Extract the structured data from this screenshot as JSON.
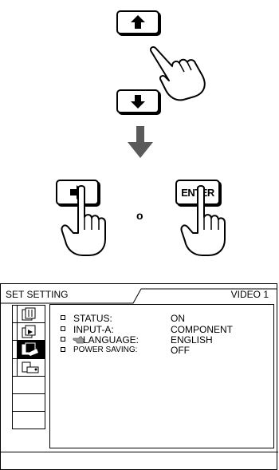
{
  "illustration": {
    "enter_key_label": "ENTER",
    "or_label": "o"
  },
  "menu": {
    "title": "SET SETTING",
    "source": "VIDEO 1",
    "items": [
      {
        "label": "STATUS:",
        "value": "ON"
      },
      {
        "label": "INPUT-A:",
        "value": "COMPONENT"
      },
      {
        "label": "LANGUAGE:",
        "value": "ENGLISH"
      },
      {
        "label": "POWER SAVING:",
        "value": "OFF"
      }
    ]
  },
  "icons": {
    "up_key": "up-arrow-icon",
    "down_key": "down-arrow-icon",
    "right_key": "right-arrow-icon",
    "pointer": "pointing-hand-icon",
    "flow": "down-flow-arrow-icon",
    "menu_tabs": [
      "picture-menu-icon",
      "input-menu-icon",
      "set-setting-icon",
      "installation-icon"
    ]
  }
}
